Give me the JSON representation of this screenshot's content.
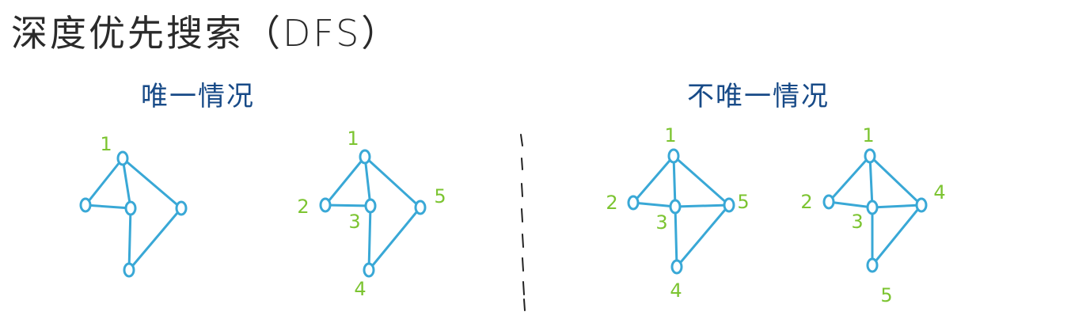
{
  "title": "深度优先搜索（DFS）",
  "sections": {
    "unique": "唯一情况",
    "non_unique": "不唯一情况"
  },
  "colors": {
    "title": "#2a2a2a",
    "section": "#174a87",
    "graph": "#39a8d6",
    "label": "#7cc431",
    "divider": "#222222"
  },
  "graphs": [
    {
      "id": "unique-plain",
      "nodes": [
        {
          "id": "1",
          "label": "1"
        },
        {
          "id": "2",
          "label": ""
        },
        {
          "id": "3",
          "label": ""
        },
        {
          "id": "4",
          "label": ""
        },
        {
          "id": "5",
          "label": ""
        }
      ],
      "edges": [
        [
          "1",
          "2"
        ],
        [
          "1",
          "3"
        ],
        [
          "2",
          "3"
        ],
        [
          "1",
          "5"
        ],
        [
          "3",
          "4"
        ],
        [
          "4",
          "5"
        ]
      ]
    },
    {
      "id": "unique-labeled",
      "nodes": [
        {
          "id": "1",
          "label": "1"
        },
        {
          "id": "2",
          "label": "2"
        },
        {
          "id": "3",
          "label": "3"
        },
        {
          "id": "4",
          "label": "4"
        },
        {
          "id": "5",
          "label": "5"
        }
      ],
      "edges": [
        [
          "1",
          "2"
        ],
        [
          "1",
          "3"
        ],
        [
          "2",
          "3"
        ],
        [
          "1",
          "5"
        ],
        [
          "3",
          "4"
        ],
        [
          "4",
          "5"
        ]
      ]
    },
    {
      "id": "non-unique-a",
      "nodes": [
        {
          "id": "1",
          "label": "1"
        },
        {
          "id": "2",
          "label": "2"
        },
        {
          "id": "3",
          "label": "3"
        },
        {
          "id": "4",
          "label": "4"
        },
        {
          "id": "5",
          "label": "5"
        }
      ],
      "edges": [
        [
          "1",
          "2"
        ],
        [
          "1",
          "3"
        ],
        [
          "2",
          "3"
        ],
        [
          "1",
          "5"
        ],
        [
          "3",
          "5"
        ],
        [
          "3",
          "4"
        ],
        [
          "4",
          "5"
        ]
      ]
    },
    {
      "id": "non-unique-b",
      "nodes": [
        {
          "id": "1",
          "label": "1"
        },
        {
          "id": "2",
          "label": "2"
        },
        {
          "id": "3",
          "label": "3"
        },
        {
          "id": "4",
          "label": "4"
        },
        {
          "id": "5",
          "label": "5"
        }
      ],
      "edges": [
        [
          "1",
          "2"
        ],
        [
          "1",
          "3"
        ],
        [
          "2",
          "3"
        ],
        [
          "1",
          "4"
        ],
        [
          "3",
          "4"
        ],
        [
          "3",
          "5"
        ],
        [
          "4",
          "5"
        ]
      ]
    }
  ]
}
